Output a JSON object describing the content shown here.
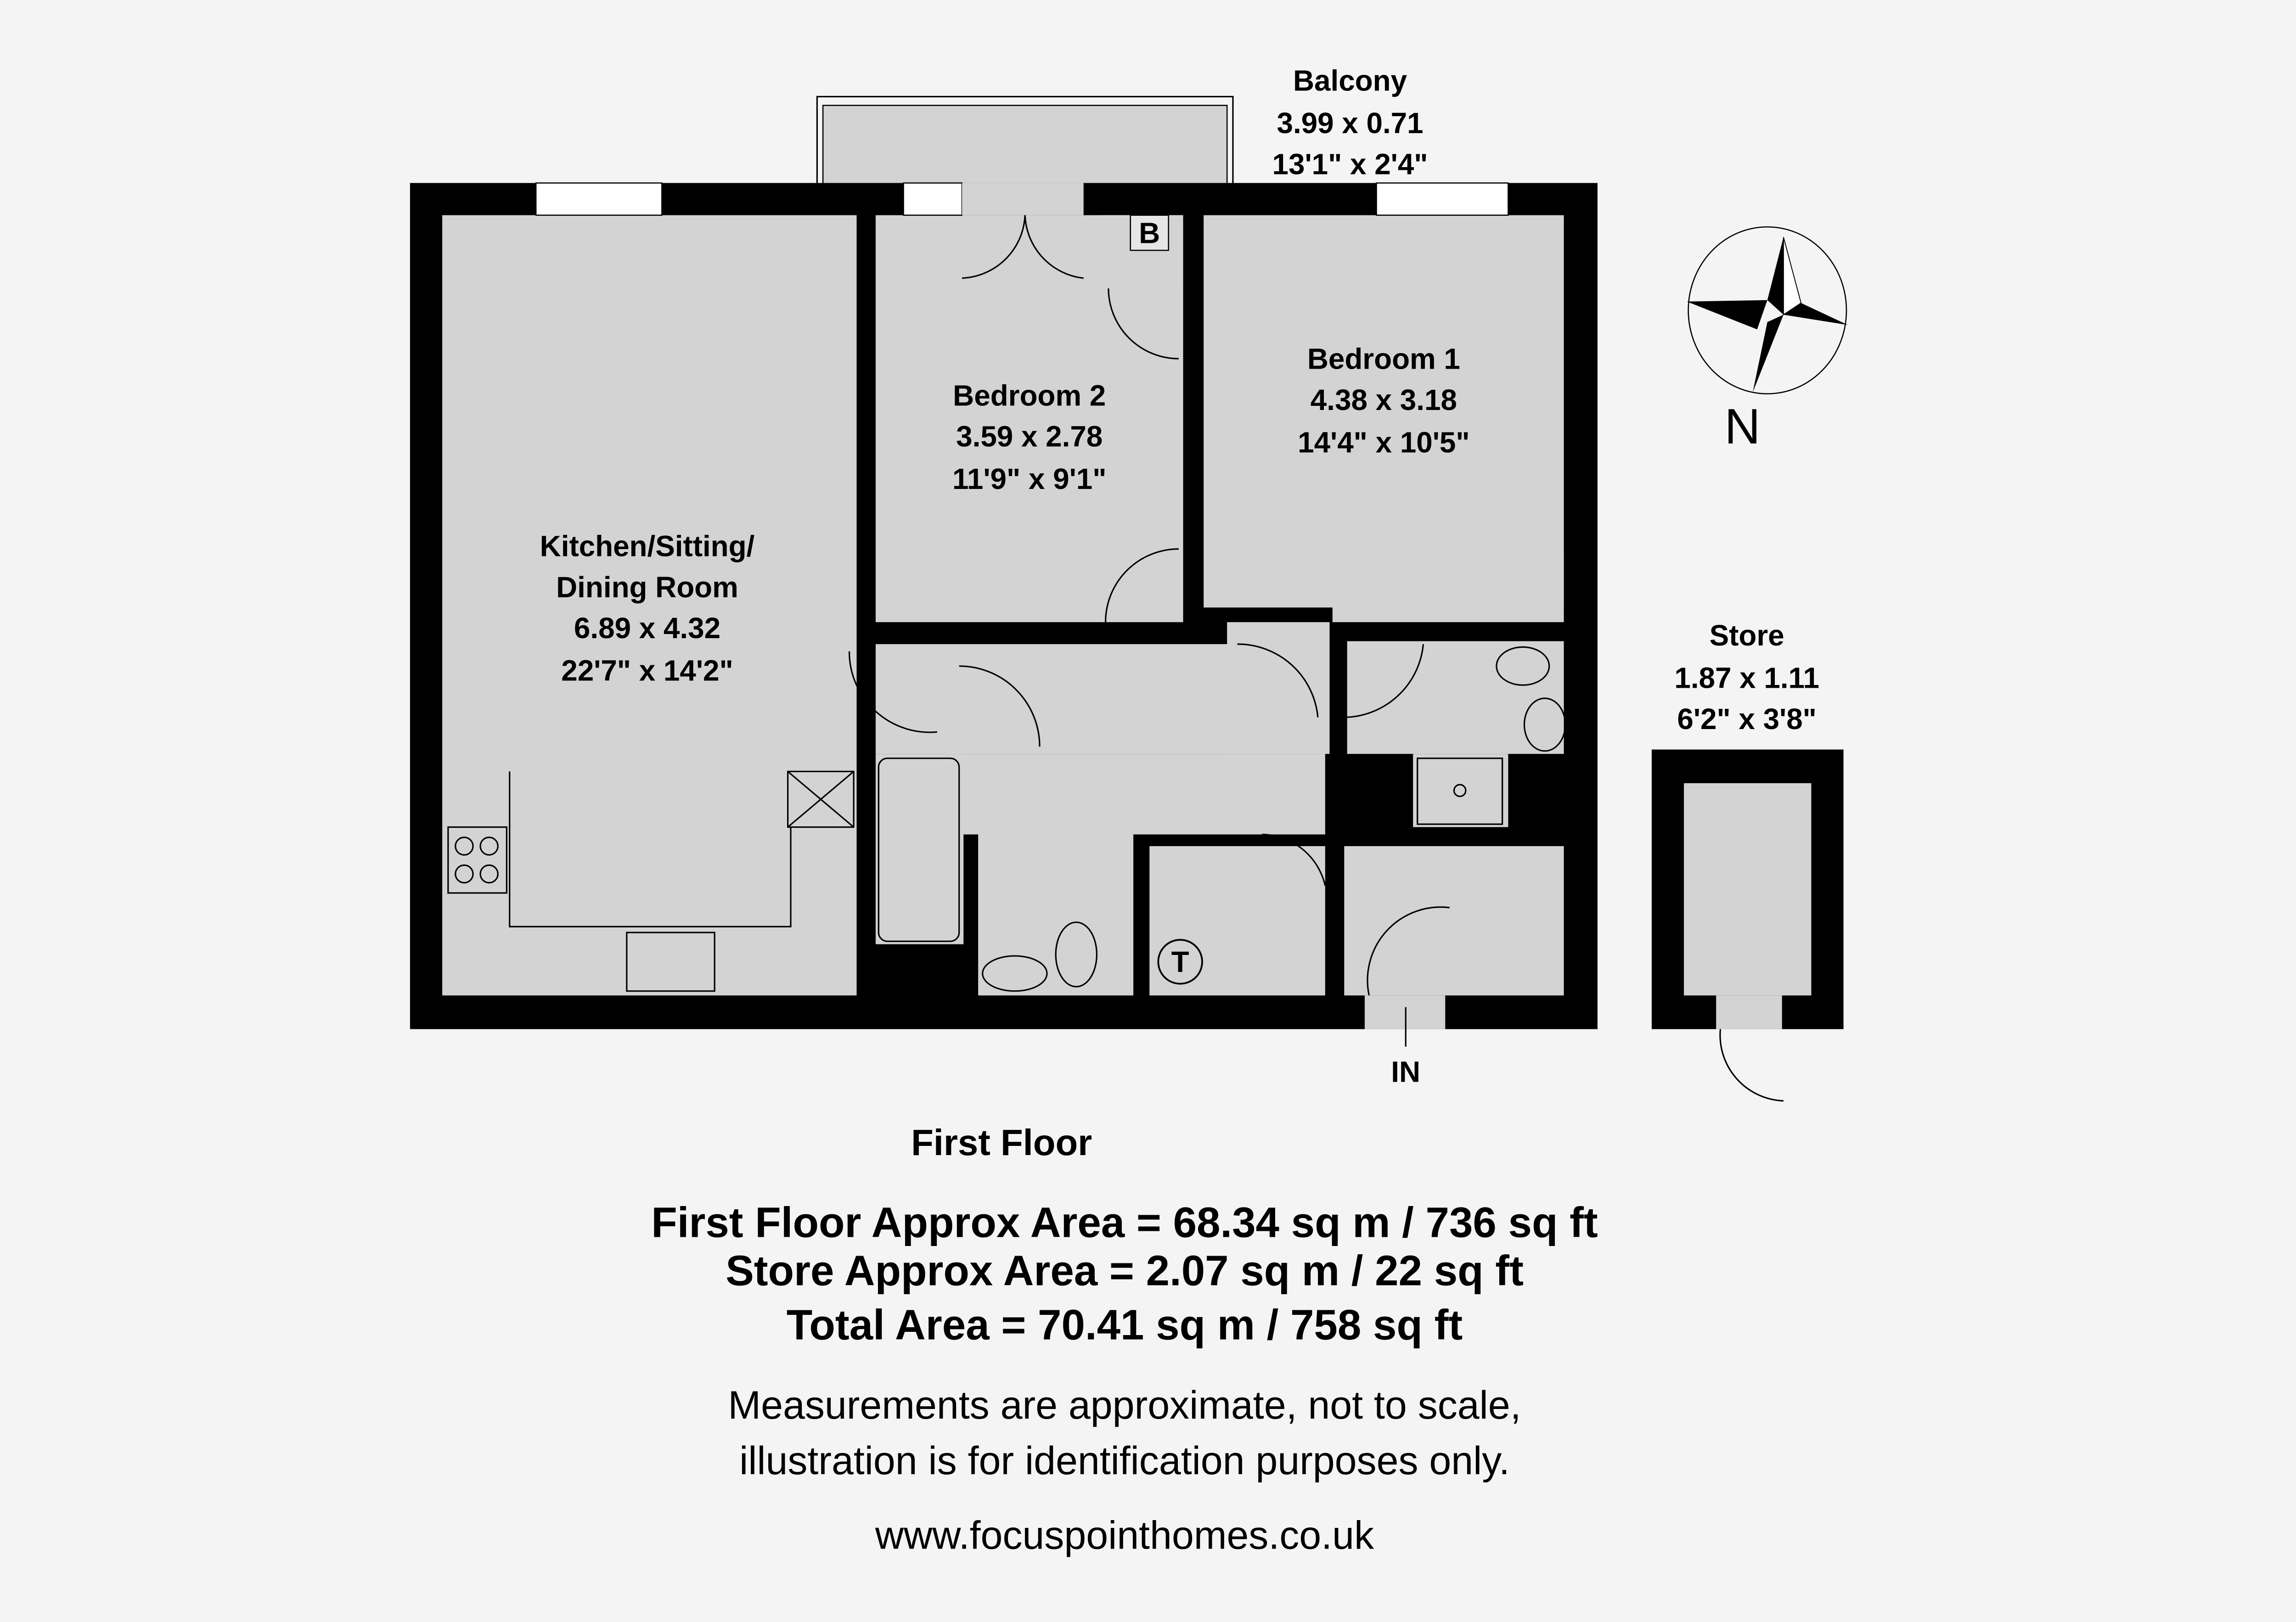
{
  "rooms": {
    "balcony": {
      "name": "Balcony",
      "metric": "3.99 x 0.71",
      "imperial": "13'1\" x 2'4\""
    },
    "bedroom2": {
      "name": "Bedroom 2",
      "metric": "3.59 x 2.78",
      "imperial": "11'9\" x 9'1\""
    },
    "bedroom1": {
      "name": "Bedroom 1",
      "metric": "4.38 x 3.18",
      "imperial": "14'4\" x 10'5\""
    },
    "kitchen": {
      "name_line1": "Kitchen/Sitting/",
      "name_line2": "Dining Room",
      "metric": "6.89 x 4.32",
      "imperial": "22'7\" x 14'2\""
    },
    "store": {
      "name": "Store",
      "metric": "1.87 x 1.11",
      "imperial": "6'2\" x 3'8\""
    }
  },
  "symbols": {
    "boiler": "B",
    "tank": "T",
    "entrance": "IN",
    "north": "N"
  },
  "floor_label": "First Floor",
  "areas": {
    "first_floor": "First Floor Approx Area = 68.34 sq m / 736 sq ft",
    "store": "Store Approx Area = 2.07 sq m / 22 sq ft",
    "total": "Total Area = 70.41 sq m / 758 sq ft"
  },
  "disclaimer": {
    "line1": "Measurements are approximate, not to scale,",
    "line2": "illustration is for identification purposes only."
  },
  "website": "www.focuspointhomes.co.uk"
}
